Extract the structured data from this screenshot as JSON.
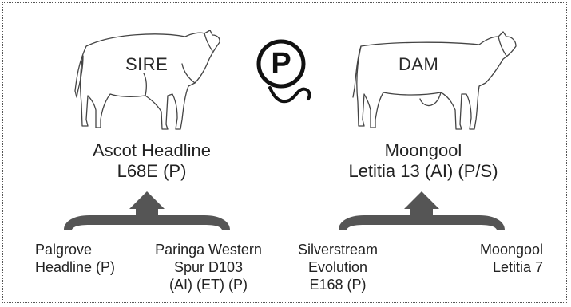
{
  "sire": {
    "label": "SIRE",
    "name_line1": "Ascot Headline",
    "name_line2": "L68E (P)",
    "parents": [
      {
        "text": "Palgrove\nHeadline (P)"
      },
      {
        "text": "Paringa Western\nSpur D103\n(AI) (ET) (P)"
      }
    ]
  },
  "dam": {
    "label": "DAM",
    "name_line1": "Moongool",
    "name_line2": "Letitia 13 (AI) (P/S)",
    "parents": [
      {
        "text": "Silverstream\nEvolution\nE168 (P)"
      },
      {
        "text": "Moongool\nLetitia 7"
      }
    ]
  },
  "poll_symbol": {
    "letter": "P",
    "icon": "polled-circle-icon"
  },
  "colors": {
    "ink": "#222222",
    "bracket": "#555555",
    "outline": "#444444"
  }
}
